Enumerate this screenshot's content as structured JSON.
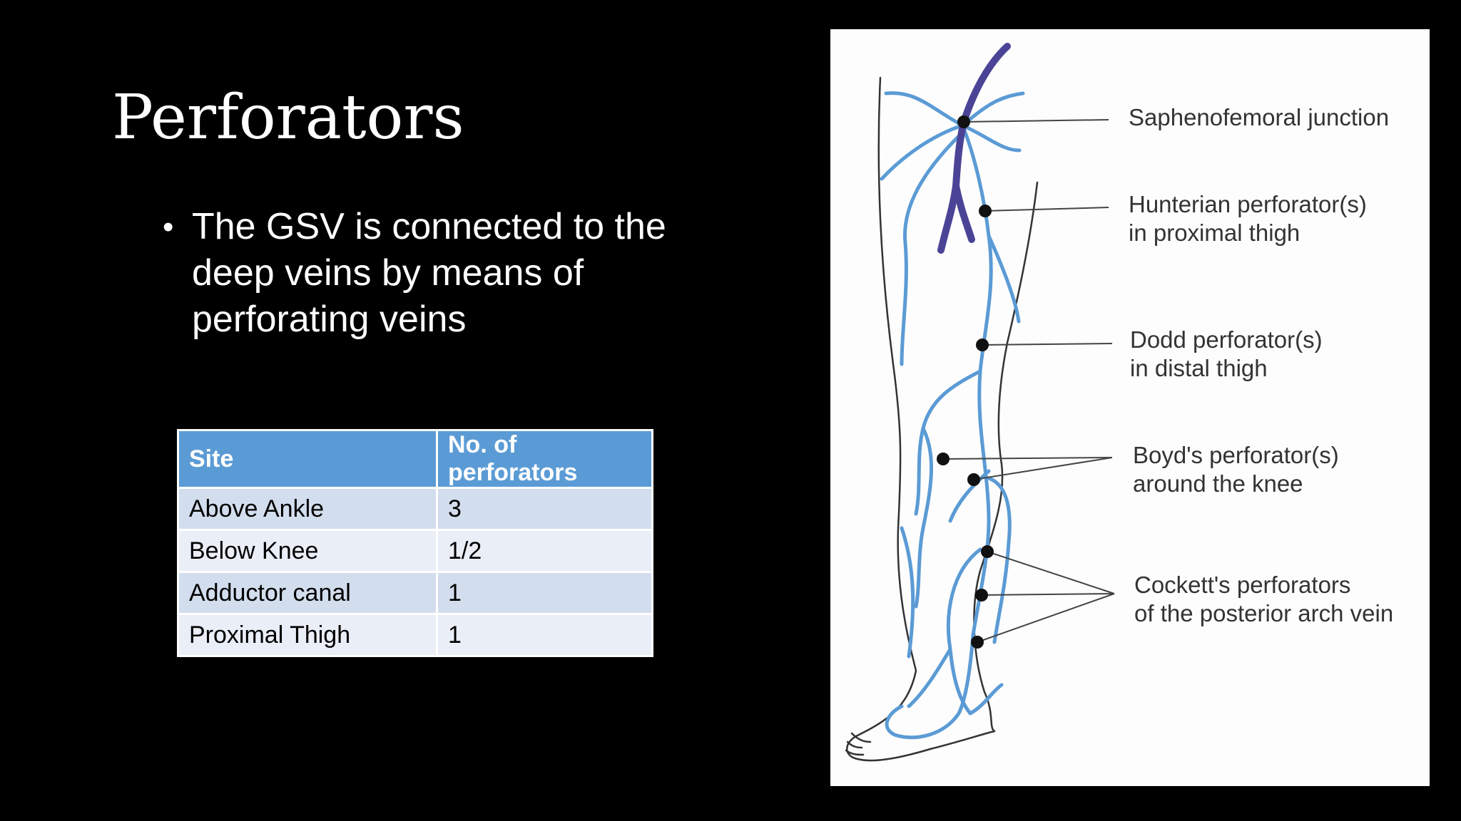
{
  "slide": {
    "title": "Perforators",
    "bullet": "The GSV is connected to the deep veins by means of perforating veins"
  },
  "table": {
    "headers": [
      "Site",
      "No. of perforators"
    ],
    "rows": [
      [
        "Above Ankle",
        "3"
      ],
      [
        "Below Knee",
        "1/2"
      ],
      [
        "Adductor canal",
        "1"
      ],
      [
        "Proximal Thigh",
        "1"
      ]
    ],
    "colors": {
      "header": "#5b9bd5",
      "row_odd": "#d2dded",
      "row_even": "#e9eef7"
    }
  },
  "figure": {
    "labels": {
      "sfj": "Saphenofemoral junction",
      "hunterian_1": "Hunterian perforator(s)",
      "hunterian_2": "in proximal thigh",
      "dodd_1": "Dodd perforator(s)",
      "dodd_2": "in distal thigh",
      "boyd_1": "Boyd's perforator(s)",
      "boyd_2": "around the knee",
      "cockett_1": "Cockett's perforators",
      "cockett_2": "of the posterior arch vein"
    },
    "colors": {
      "vein": "#5b9bd5",
      "deep_vein": "#4b4496",
      "outline": "#333333",
      "marker": "#111111"
    }
  }
}
